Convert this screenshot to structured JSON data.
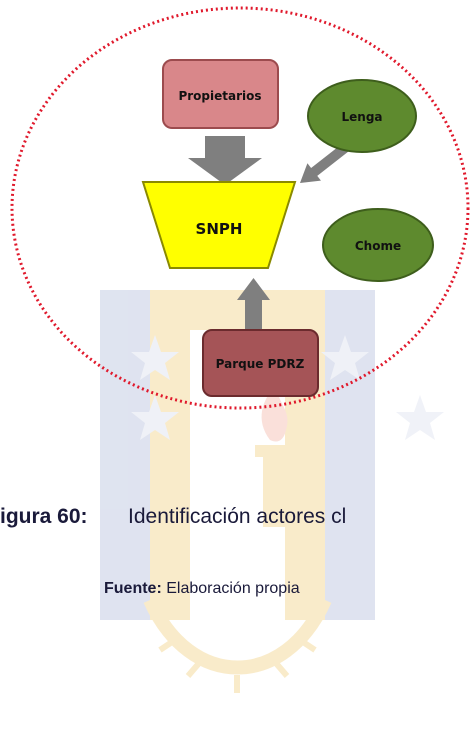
{
  "diagram": {
    "nodes": {
      "propietarios": "Propietarios",
      "lenga": "Lenga",
      "snph": "SNPH",
      "chome": "Chome",
      "parque": "Parque PDRZ"
    },
    "colors": {
      "boundary": "#e0192c",
      "propietarios_fill": "#d9878a",
      "propietarios_stroke": "#9c4b4e",
      "green_fill": "#5e8a2e",
      "green_stroke": "#3e5e1c",
      "snph_fill": "#ffff00",
      "snph_stroke": "#8a8a00",
      "parque_fill": "#a55457",
      "parque_stroke": "#6b2b2e",
      "arrow": "#7f7f7f"
    },
    "edges": [
      {
        "from": "Propietarios",
        "to": "SNPH"
      },
      {
        "from": "Lenga",
        "to": "SNPH"
      },
      {
        "from": "Parque PDRZ",
        "to": "SNPH"
      }
    ]
  },
  "caption": {
    "prefix": "igura 60:",
    "text": "Identificación actores cl"
  },
  "source": {
    "label": "Fuente:",
    "text": " Elaboración propia"
  },
  "watermark": {
    "description_colors": {
      "blue": "#c5cde4",
      "gold": "#f5dca0",
      "red": "#f6c7bd"
    }
  }
}
